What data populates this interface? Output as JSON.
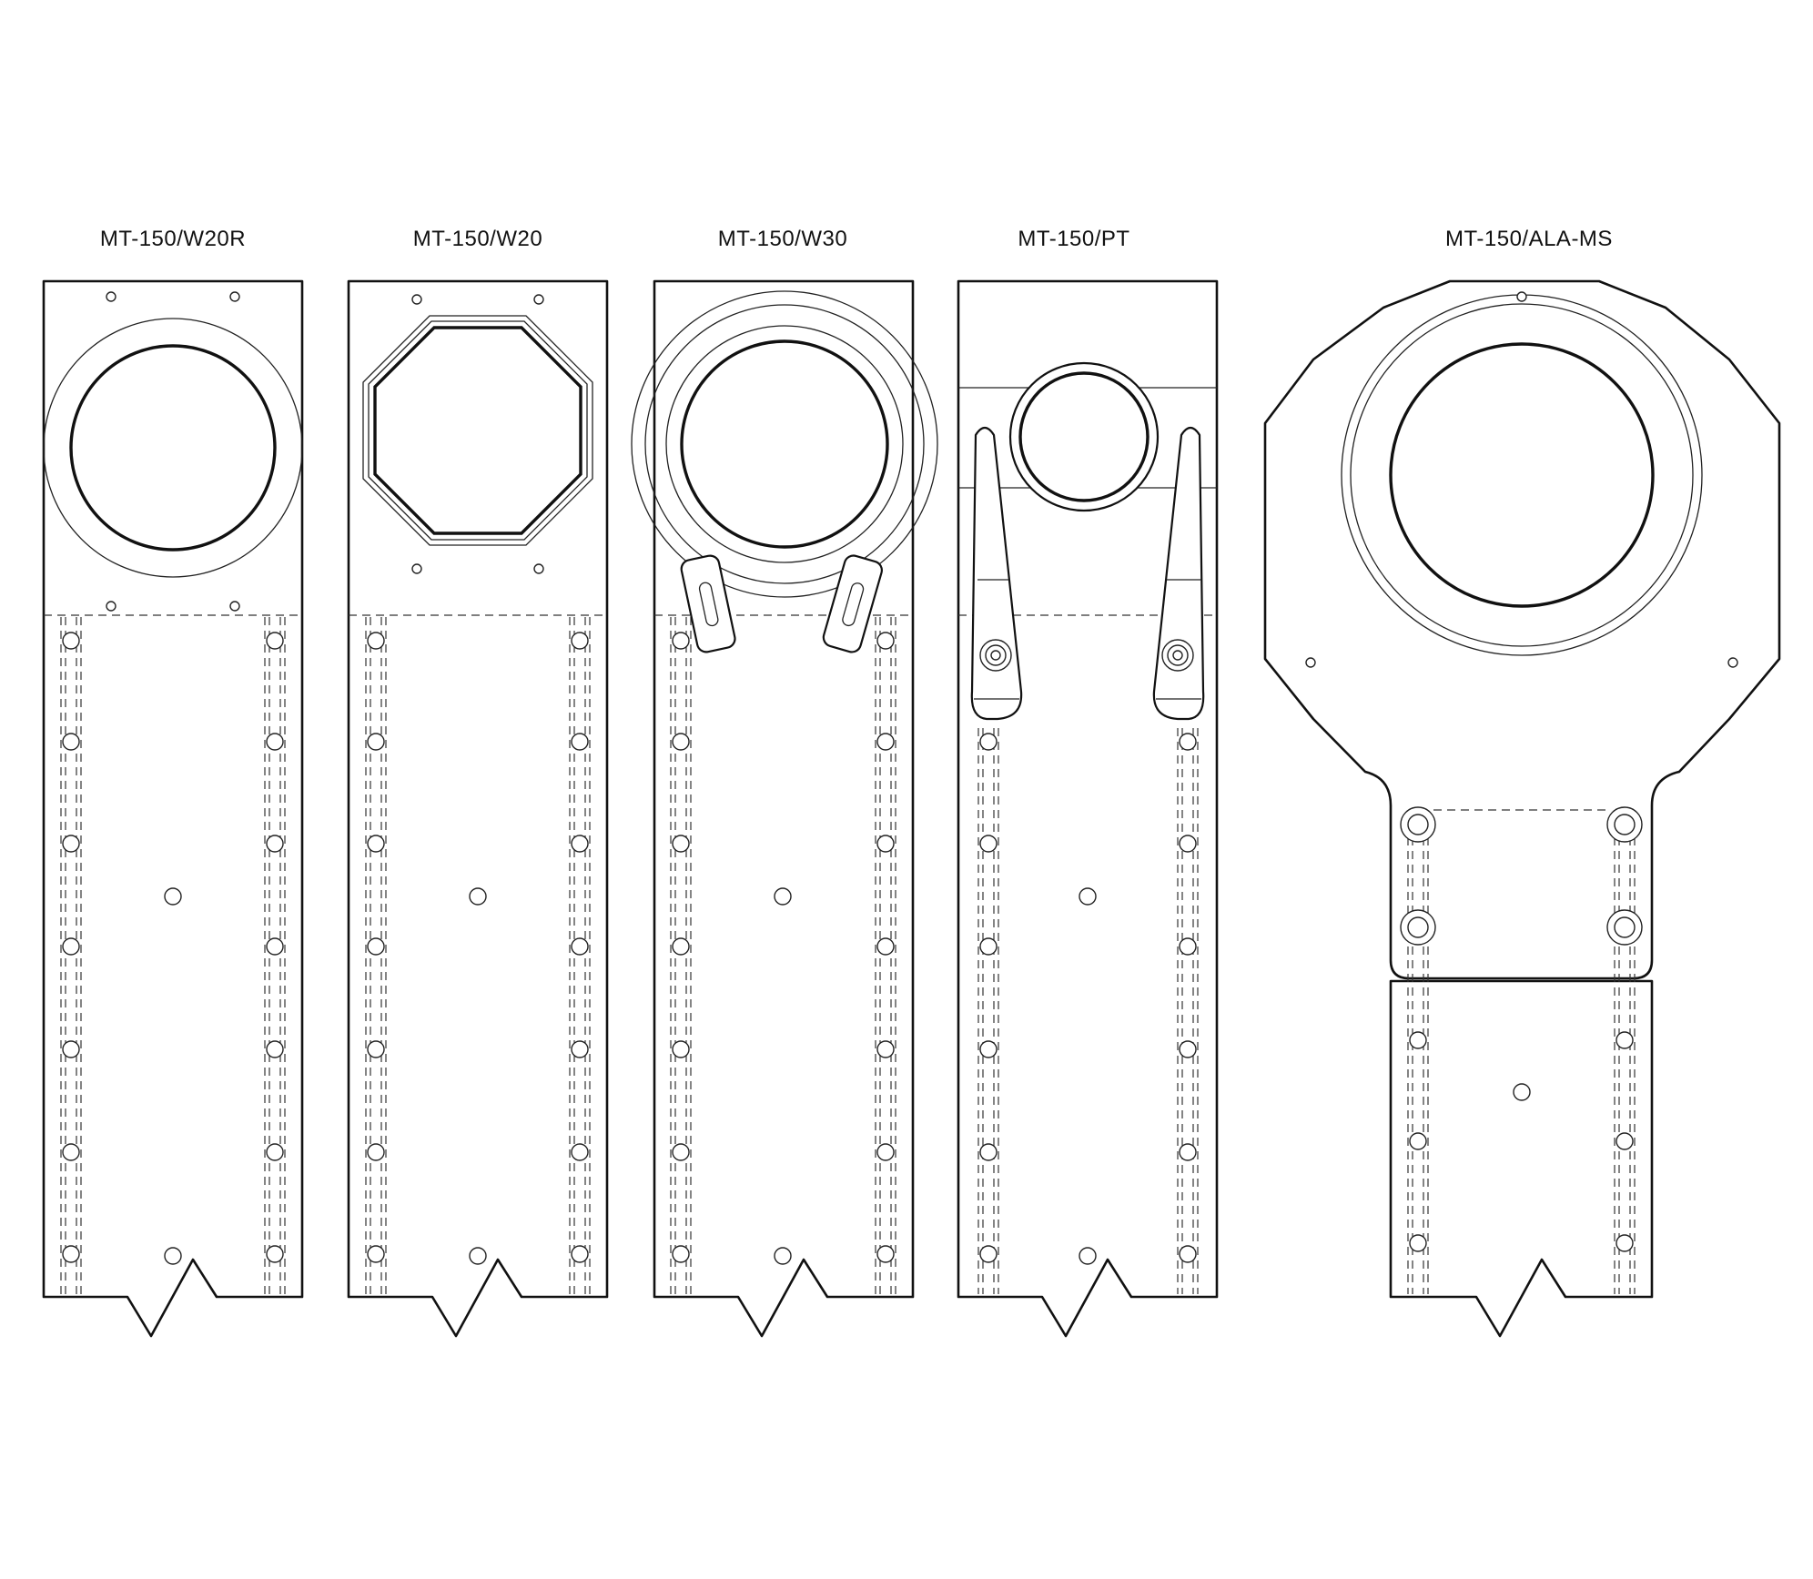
{
  "models": [
    {
      "id": "w20r",
      "label": "MT-150/W20R"
    },
    {
      "id": "w20",
      "label": "MT-150/W20"
    },
    {
      "id": "w30",
      "label": "MT-150/W30"
    },
    {
      "id": "pt",
      "label": "MT-150/PT"
    },
    {
      "id": "alams",
      "label": "MT-150/ALA-MS"
    }
  ]
}
